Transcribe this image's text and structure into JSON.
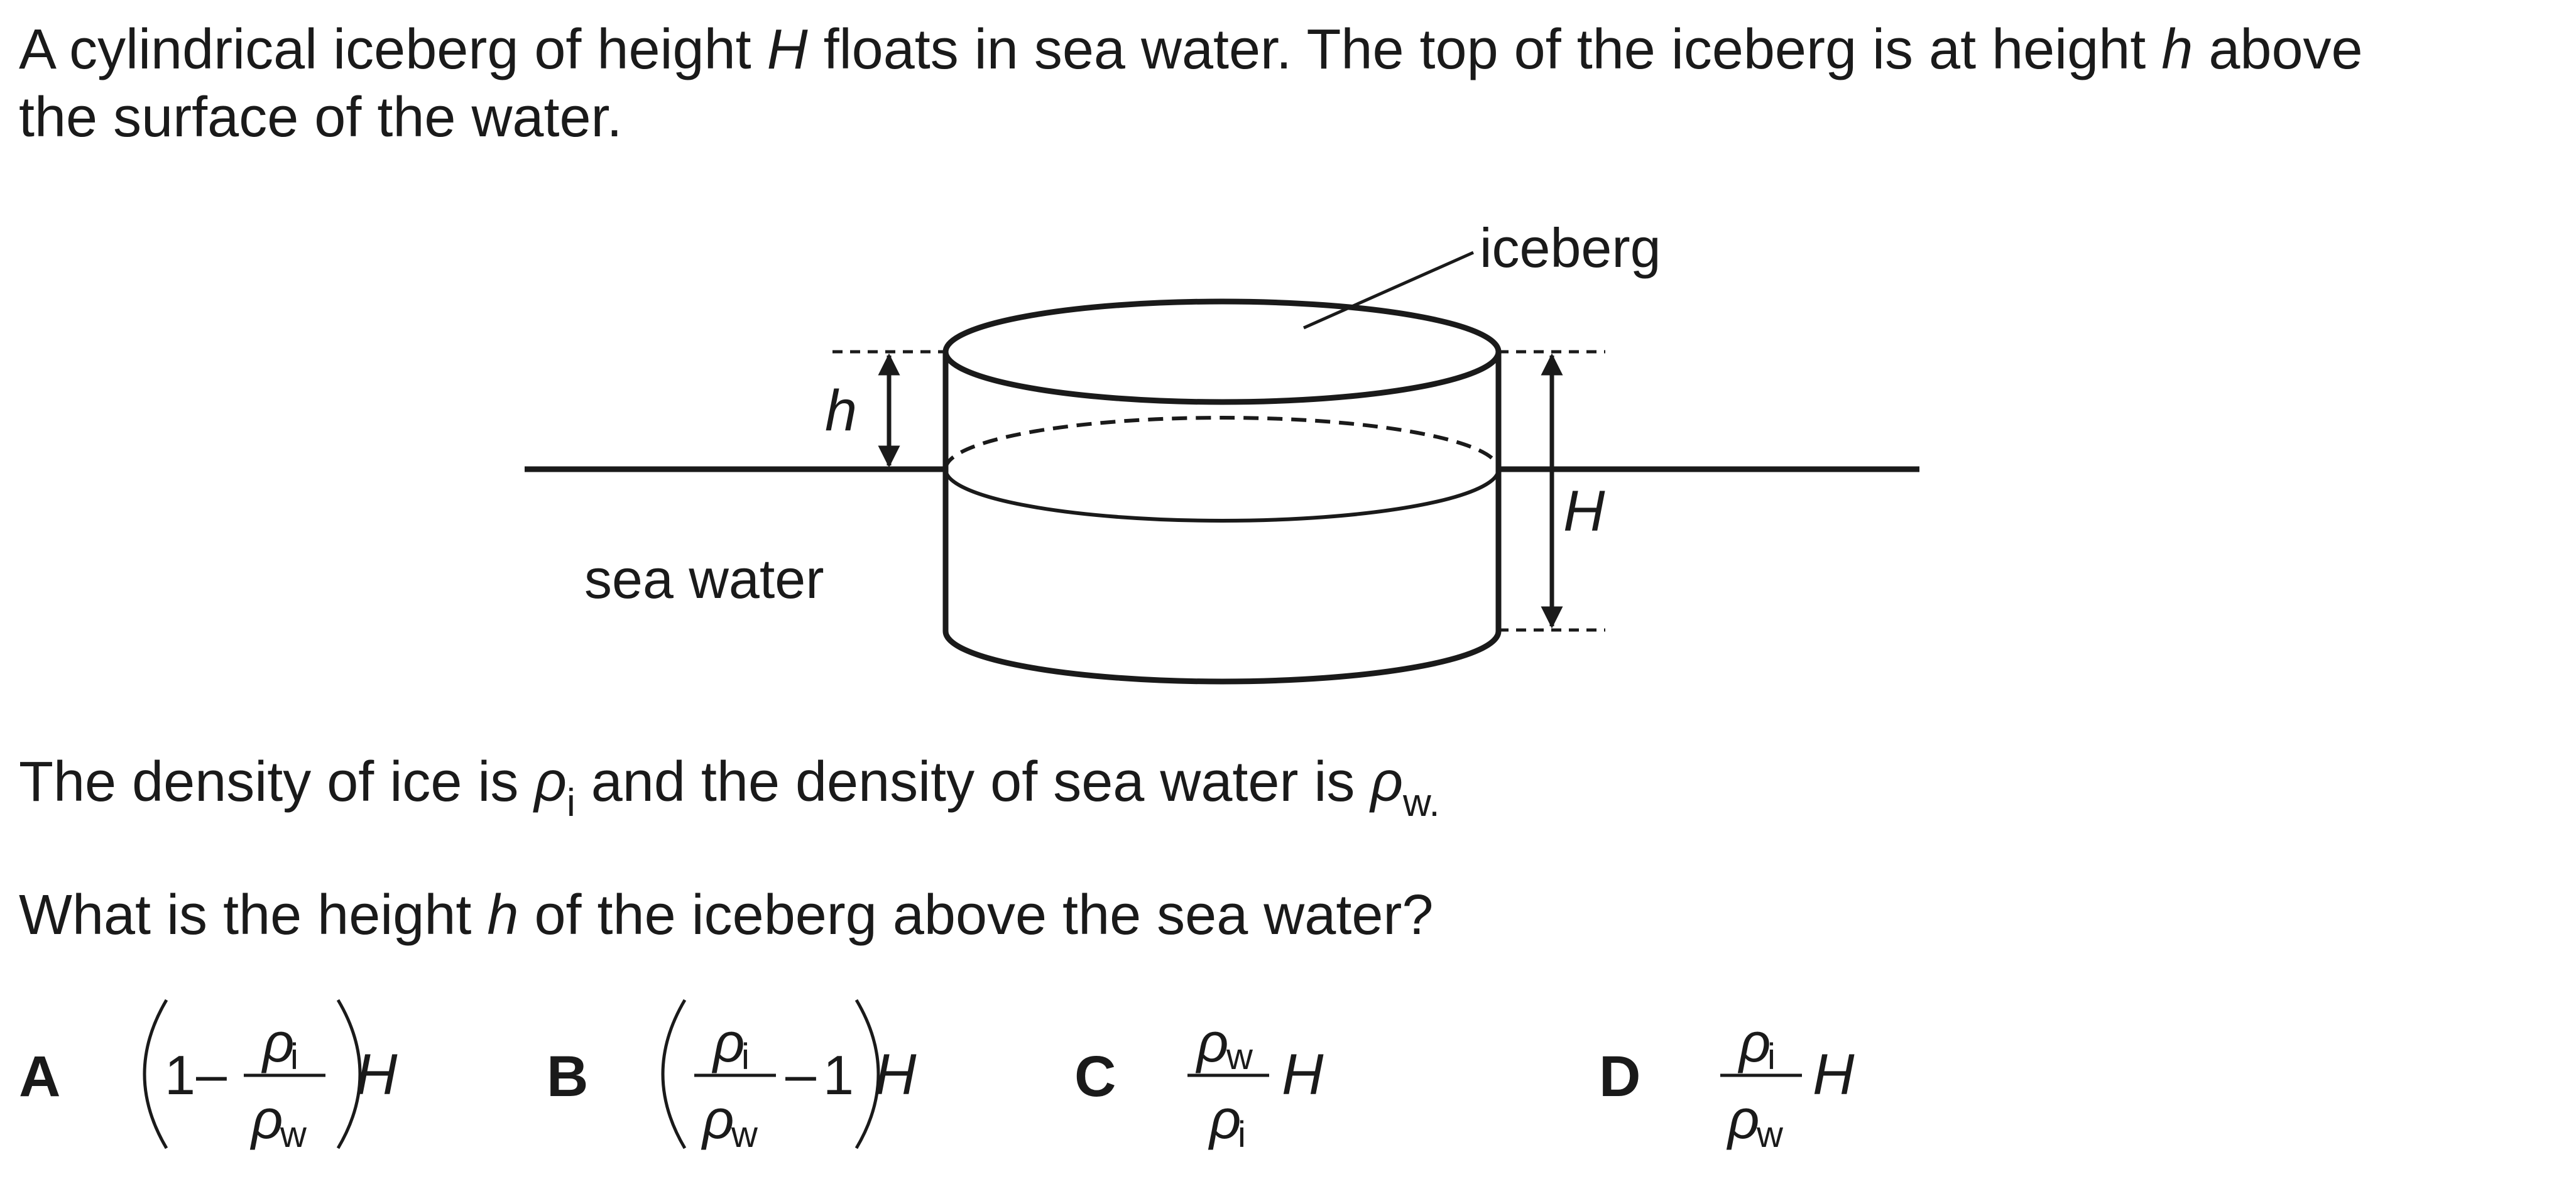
{
  "question": {
    "intro_line1": {
      "a": "A cylindrical iceberg of height ",
      "H": "H",
      "b": " floats in sea water. The top of the iceberg is at height ",
      "h": "h",
      "c": " above"
    },
    "intro_line2": "the surface of the water.",
    "density": {
      "a": "The density of ice is ",
      "rho_i": "ρ",
      "sub_i": "i",
      "b": " and the density of sea water is ",
      "rho_w": "ρ",
      "sub_w": "w",
      "c": "."
    },
    "ask": {
      "a": "What is the height ",
      "h": "h",
      "b": " of the iceberg above the sea water?"
    }
  },
  "diagram": {
    "iceberg_label": "iceberg",
    "sea_water_label": "sea water",
    "h_label": "h",
    "H_label": "H"
  },
  "options": {
    "A": {
      "letter": "A",
      "one": "1",
      "minus": "–",
      "num_rho": "ρ",
      "num_sub": "i",
      "den_rho": "ρ",
      "den_sub": "w",
      "H": "H"
    },
    "B": {
      "letter": "B",
      "num_rho": "ρ",
      "num_sub": "i",
      "den_rho": "ρ",
      "den_sub": "w",
      "minus": "–",
      "one": "1",
      "H": "H"
    },
    "C": {
      "letter": "C",
      "num_rho": "ρ",
      "num_sub": "w",
      "den_rho": "ρ",
      "den_sub": "i",
      "H": "H"
    },
    "D": {
      "letter": "D",
      "num_rho": "ρ",
      "num_sub": "i",
      "den_rho": "ρ",
      "den_sub": "w",
      "H": "H"
    }
  }
}
